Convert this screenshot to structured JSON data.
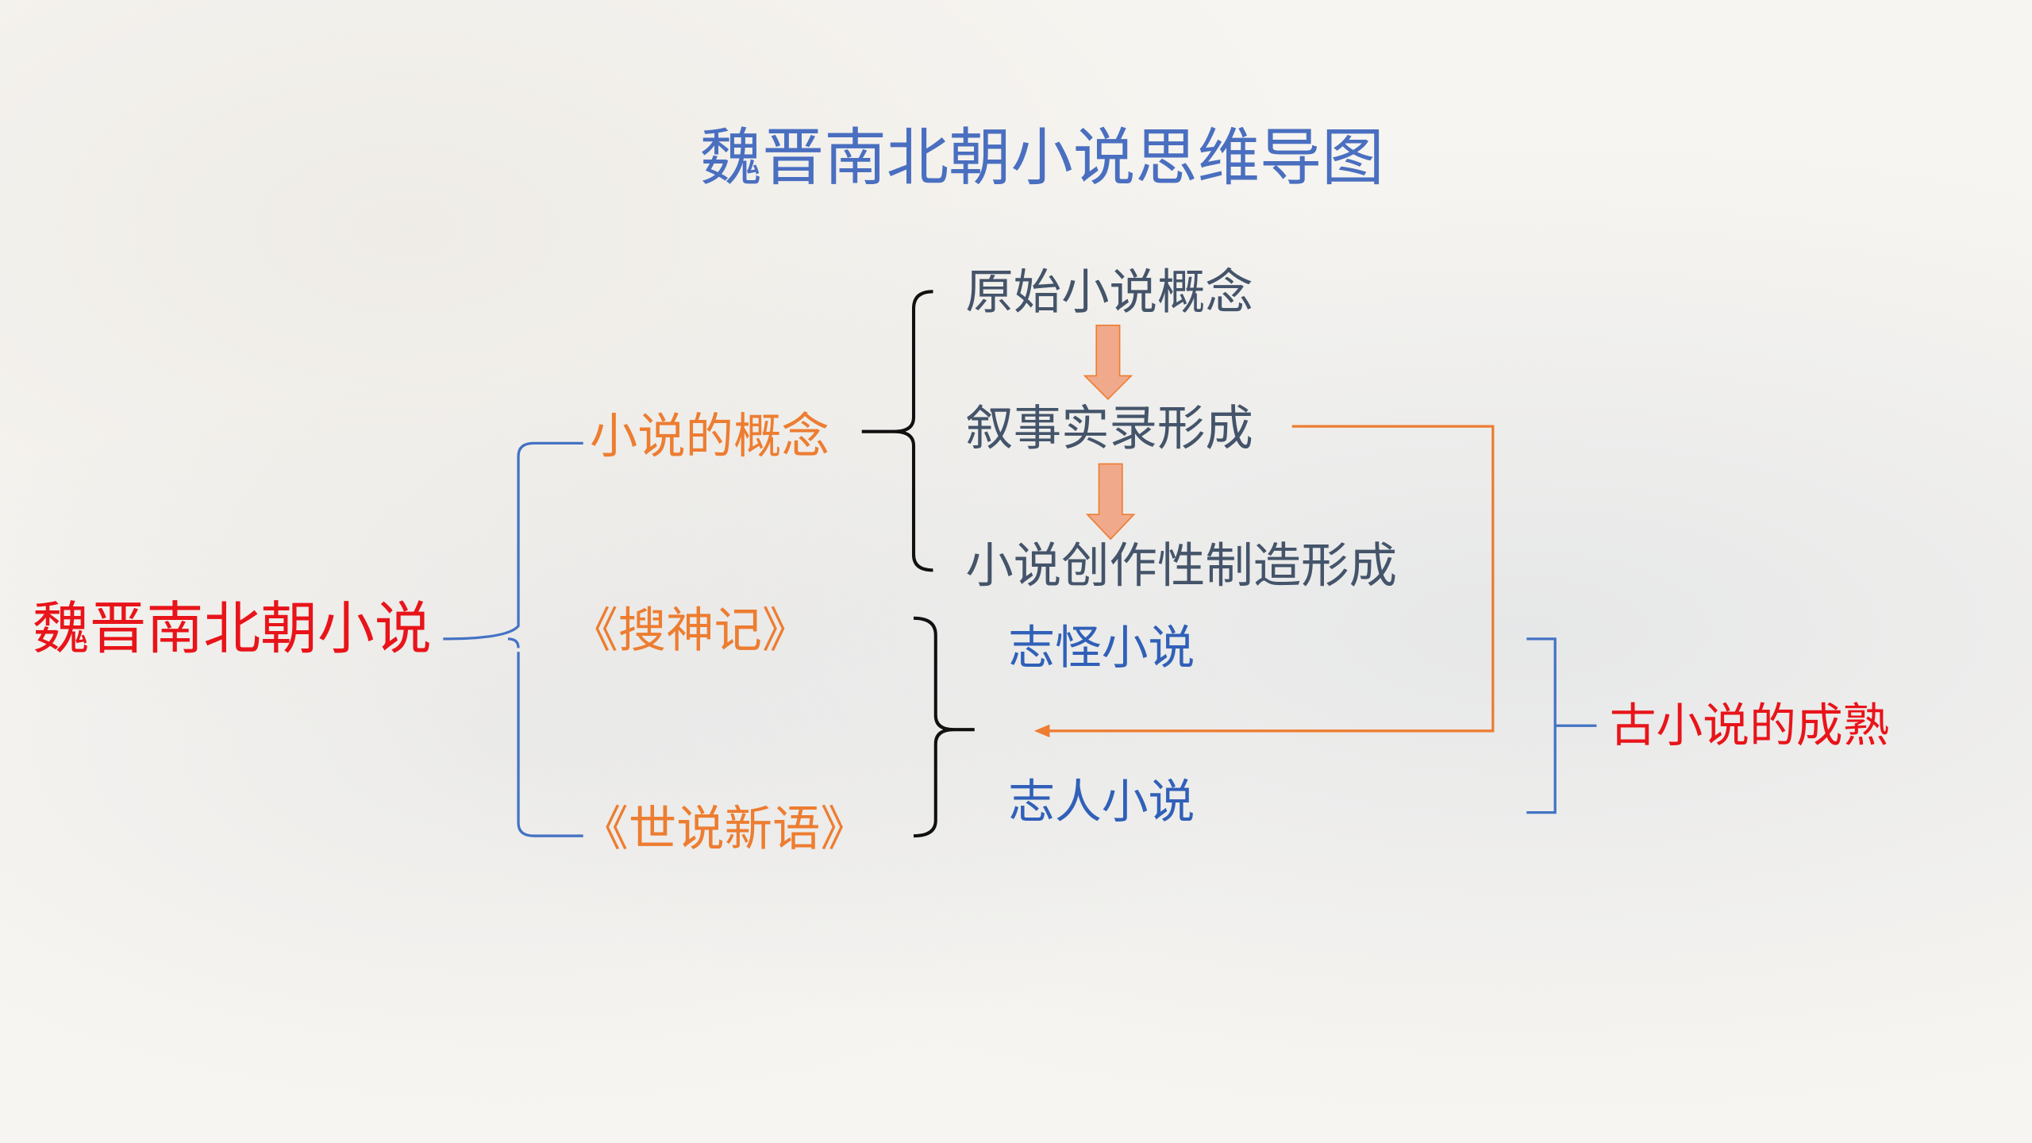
{
  "title": "魏晋南北朝小说思维导图",
  "root": "魏晋南北朝小说",
  "branches": {
    "concept": "小说的概念",
    "soushenji": "《搜神记》",
    "shishuo": "《世说新语》"
  },
  "concept_stages": [
    "原始小说概念",
    "叙事实录形成",
    "小说创作性制造形成"
  ],
  "genres": [
    "志怪小说",
    "志人小说"
  ],
  "conclusion": "古小说的成熟",
  "colors": {
    "title": "#4a6fc0",
    "red": "#e8141a",
    "orange": "#ed7d31",
    "slate": "#44546a",
    "blue": "#3060b8",
    "arrow_fill": "#f0a98a"
  }
}
